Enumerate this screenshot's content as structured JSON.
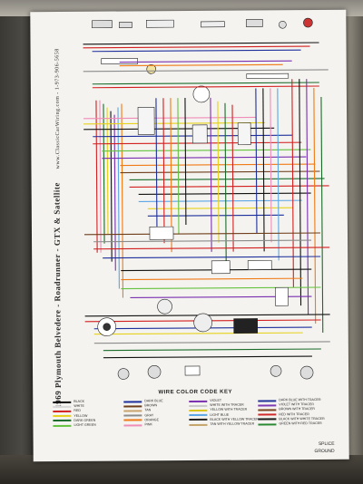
{
  "title": "1969 Plymouth Belvedere - Roadrunner - GTX & Satellite",
  "website": "www.ClassicCarWiring.com - 1-973-906-5658",
  "key": {
    "title": "WIRE COLOR CODE KEY",
    "columns": [
      [
        {
          "label": "BLACK",
          "color": "#111111"
        },
        {
          "label": "WHITE",
          "color": "#d8d8d8"
        },
        {
          "label": "RED",
          "color": "#d21f1f"
        },
        {
          "label": "YELLOW",
          "color": "#e6d21a"
        },
        {
          "label": "DARK GREEN",
          "color": "#1a6b2a"
        },
        {
          "label": "LIGHT GREEN",
          "color": "#63c23e"
        }
      ],
      [
        {
          "label": "DARK BLUE",
          "color": "#1d2f9c"
        },
        {
          "label": "BROWN",
          "color": "#6e3d1a"
        },
        {
          "label": "TAN",
          "color": "#c9a36b"
        },
        {
          "label": "GRAY",
          "color": "#8b8b8b"
        },
        {
          "label": "ORANGE",
          "color": "#f07a16"
        },
        {
          "label": "PINK",
          "color": "#f08cb8"
        }
      ],
      [
        {
          "label": "VIOLET",
          "color": "#7a2fb0"
        },
        {
          "label": "WHITE WITH TRACER",
          "color": "#c8c8c8"
        },
        {
          "label": "YELLOW WITH TRACER",
          "color": "#d9c417"
        },
        {
          "label": "LIGHT BLUE",
          "color": "#5aa6e6"
        },
        {
          "label": "BLACK WITH YELLOW TRACER",
          "color": "#222222"
        },
        {
          "label": "TAN WITH YELLOW TRACER",
          "color": "#c4a468"
        }
      ],
      [
        {
          "label": "DARK BLUE WITH TRACER",
          "color": "#24359a"
        },
        {
          "label": "VIOLET WITH TRACER",
          "color": "#7f3ab5"
        },
        {
          "label": "BROWN WITH TRACER",
          "color": "#7a4520"
        },
        {
          "label": "RED WITH TRACER",
          "color": "#d22a2a"
        },
        {
          "label": "BLACK WITH WHITE TRACER",
          "color": "#1c1c1c"
        },
        {
          "label": "GREEN WITH RED TRACER",
          "color": "#2a8a34"
        }
      ]
    ],
    "splice_label": "SPLICE",
    "ground_label": "GROUND"
  }
}
